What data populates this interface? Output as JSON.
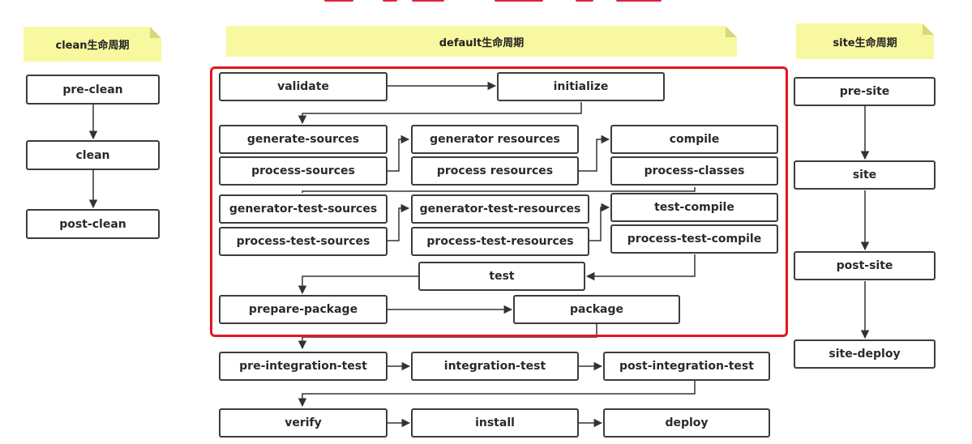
{
  "headers": {
    "clean": "clean生命周期",
    "default": "default生命周期",
    "site": "site生命周期"
  },
  "clean_lifecycle": [
    "pre-clean",
    "clean",
    "post-clean"
  ],
  "site_lifecycle": [
    "pre-site",
    "site",
    "post-site",
    "site-deploy"
  ],
  "default_lifecycle": {
    "validate": "validate",
    "initialize": "initialize",
    "generate_sources": "generate-sources",
    "process_sources": "process-sources",
    "generator_resources": "generator resources",
    "process_resources": "process resources",
    "compile": "compile",
    "process_classes": "process-classes",
    "generator_test_sources": "generator-test-sources",
    "process_test_sources": "process-test-sources",
    "generator_test_resources": "generator-test-resources",
    "process_test_resources": "process-test-resources",
    "test_compile": "test-compile",
    "process_test_compile": "process-test-compile",
    "test": "test",
    "prepare_package": "prepare-package",
    "package": "package",
    "pre_integration_test": "pre-integration-test",
    "integration_test": "integration-test",
    "post_integration_test": "post-integration-test",
    "verify": "verify",
    "install": "install",
    "deploy": "deploy"
  },
  "colors": {
    "header_fill": "#f8f8a0",
    "box_border": "#3c3c3c",
    "highlight_frame": "#e8141c",
    "arrow": "#333333"
  }
}
